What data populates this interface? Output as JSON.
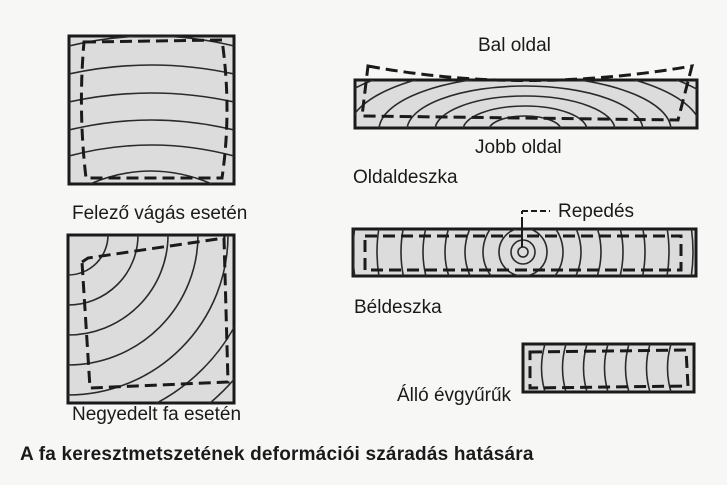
{
  "labels": {
    "bal_oldal": "Bal oldal",
    "jobb_oldal": "Jobb oldal",
    "oldaldeszka": "Oldaldeszka",
    "felezo": "Felező vágás esetén",
    "repedes": "Repedés",
    "beldeszka": "Béldeszka",
    "negyedelt": "Negyedelt fa esetén",
    "allo": "Álló évgyűrűk"
  },
  "caption": "A fa keresztmetszetének deformációi száradás hatására",
  "colors": {
    "wood_fill": "#dcdcdc",
    "ring_stroke": "#2a2a2a",
    "outline": "#1a1a1a",
    "background": "#f7f7f6"
  }
}
